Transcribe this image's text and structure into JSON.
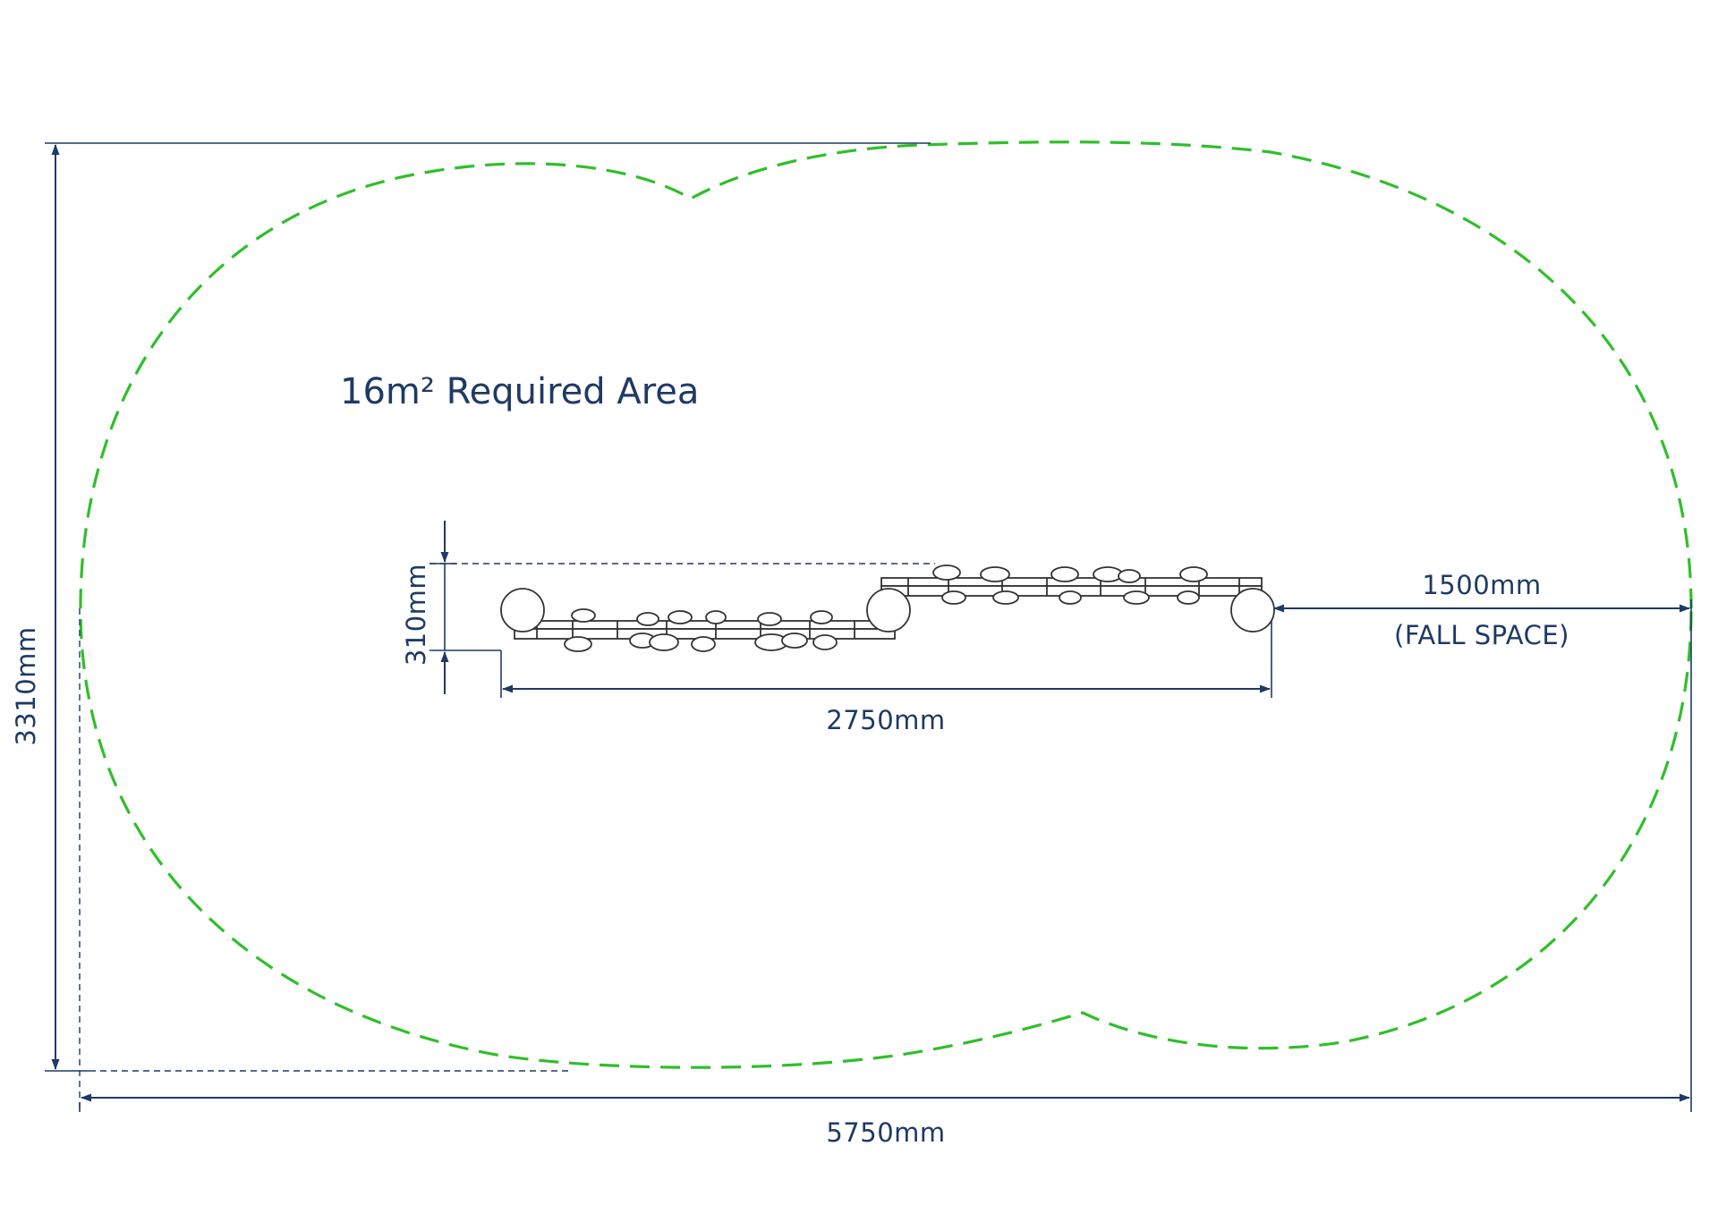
{
  "area_label": "16m² Required Area",
  "dimensions": {
    "total_height": "3310mm",
    "total_width": "5750mm",
    "equipment_width": "2750mm",
    "equipment_height": "310mm",
    "fall_space": "1500mm",
    "fall_space_note": "(FALL SPACE)"
  },
  "colors": {
    "dimension_line": "#1e3a66",
    "fall_zone": "#2fbf2a",
    "equipment": "#333333"
  }
}
